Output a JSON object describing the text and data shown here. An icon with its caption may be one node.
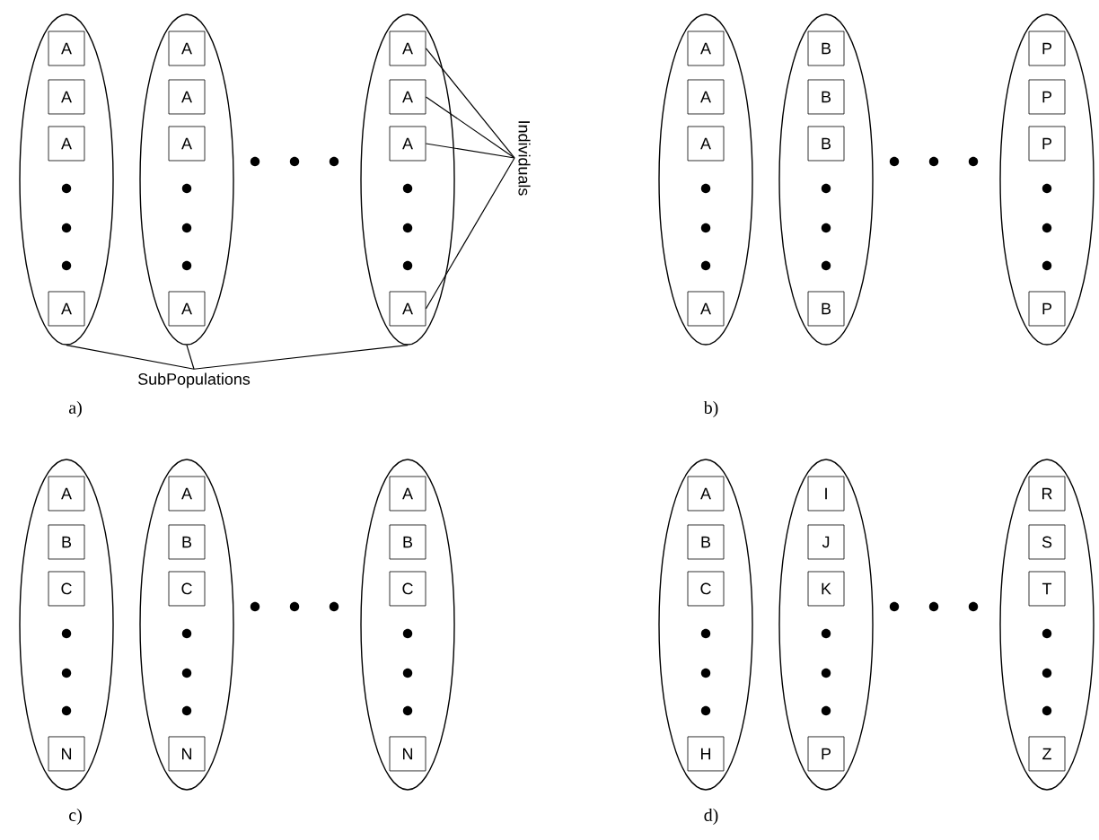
{
  "diagram": {
    "nodes": [
      {
        "text": [],
        "shape": "ellipse"
      },
      {
        "text": [
          "A"
        ],
        "in": 0
      },
      {
        "text": [
          "A"
        ],
        "in": 0
      },
      {
        "text": [
          "A"
        ],
        "in": 0
      },
      {
        "text": [
          "A"
        ],
        "in": 0
      },
      {
        "text": [],
        "shape": "ellipse"
      },
      {
        "text": [
          "A"
        ],
        "in": 5
      },
      {
        "text": [
          "A"
        ],
        "in": 5
      },
      {
        "text": [
          "A"
        ],
        "in": 5
      },
      {
        "text": [
          "A"
        ],
        "in": 5
      },
      {
        "text": [],
        "shape": "ellipse"
      },
      {
        "text": [
          "A"
        ],
        "in": 10
      },
      {
        "text": [
          "A"
        ],
        "in": 10
      },
      {
        "text": [
          "A"
        ],
        "in": 10
      },
      {
        "text": [
          "A"
        ],
        "in": 10
      },
      {
        "text": [],
        "shape": "ellipse"
      },
      {
        "text": [
          "A"
        ],
        "in": 15
      },
      {
        "text": [
          "A"
        ],
        "in": 15
      },
      {
        "text": [
          "A"
        ],
        "in": 15
      },
      {
        "text": [
          "A"
        ],
        "in": 15
      },
      {
        "text": [],
        "shape": "ellipse"
      },
      {
        "text": [
          "B"
        ],
        "in": 20
      },
      {
        "text": [
          "B"
        ],
        "in": 20
      },
      {
        "text": [
          "B"
        ],
        "in": 20
      },
      {
        "text": [
          "B"
        ],
        "in": 20
      },
      {
        "text": [],
        "shape": "ellipse"
      },
      {
        "text": [
          "P"
        ],
        "in": 25
      },
      {
        "text": [
          "P"
        ],
        "in": 25
      },
      {
        "text": [
          "P"
        ],
        "in": 25
      },
      {
        "text": [
          "P"
        ],
        "in": 25
      },
      {
        "text": [],
        "shape": "ellipse"
      },
      {
        "text": [
          "A"
        ],
        "in": 30
      },
      {
        "text": [
          "B"
        ],
        "in": 30
      },
      {
        "text": [
          "C"
        ],
        "in": 30
      },
      {
        "text": [
          "N"
        ],
        "in": 30
      },
      {
        "text": [],
        "shape": "ellipse"
      },
      {
        "text": [
          "A"
        ],
        "in": 35
      },
      {
        "text": [
          "B"
        ],
        "in": 35
      },
      {
        "text": [
          "C"
        ],
        "in": 35
      },
      {
        "text": [
          "N"
        ],
        "in": 35
      },
      {
        "text": [],
        "shape": "ellipse"
      },
      {
        "text": [
          "A"
        ],
        "in": 40
      },
      {
        "text": [
          "B"
        ],
        "in": 40
      },
      {
        "text": [
          "C"
        ],
        "in": 40
      },
      {
        "text": [
          "N"
        ],
        "in": 40
      },
      {
        "text": [],
        "shape": "ellipse"
      },
      {
        "text": [
          "A"
        ],
        "in": 45
      },
      {
        "text": [
          "B"
        ],
        "in": 45
      },
      {
        "text": [
          "C"
        ],
        "in": 45
      },
      {
        "text": [
          "H"
        ],
        "in": 45
      },
      {
        "text": [],
        "shape": "ellipse"
      },
      {
        "text": [
          "I"
        ],
        "in": 50
      },
      {
        "text": [
          "J"
        ],
        "in": 50
      },
      {
        "text": [
          "K"
        ],
        "in": 50
      },
      {
        "text": [
          "P"
        ],
        "in": 50
      },
      {
        "text": [],
        "shape": "ellipse"
      },
      {
        "text": [
          "R"
        ],
        "in": 55
      },
      {
        "text": [
          "S"
        ],
        "in": 55
      },
      {
        "text": [
          "T"
        ],
        "in": 55
      },
      {
        "text": [
          "Z"
        ],
        "in": 55
      },
      {
        "text": [
          "Individuals"
        ]
      },
      {
        "text": [
          "SubPopulations"
        ]
      }
    ],
    "edges": [
      {
        "from": 60,
        "to": 11,
        "arrow": "none"
      },
      {
        "from": 60,
        "to": 12,
        "arrow": "none"
      },
      {
        "from": 60,
        "to": 13,
        "arrow": "none"
      },
      {
        "from": 60,
        "to": 14,
        "arrow": "none"
      },
      {
        "from": 61,
        "to": 0,
        "arrow": "none"
      },
      {
        "from": 61,
        "to": 5,
        "arrow": "none"
      },
      {
        "from": 61,
        "to": 10,
        "arrow": "none"
      }
    ],
    "labels": [
      "a)",
      "b)",
      "c)",
      "d)"
    ]
  }
}
